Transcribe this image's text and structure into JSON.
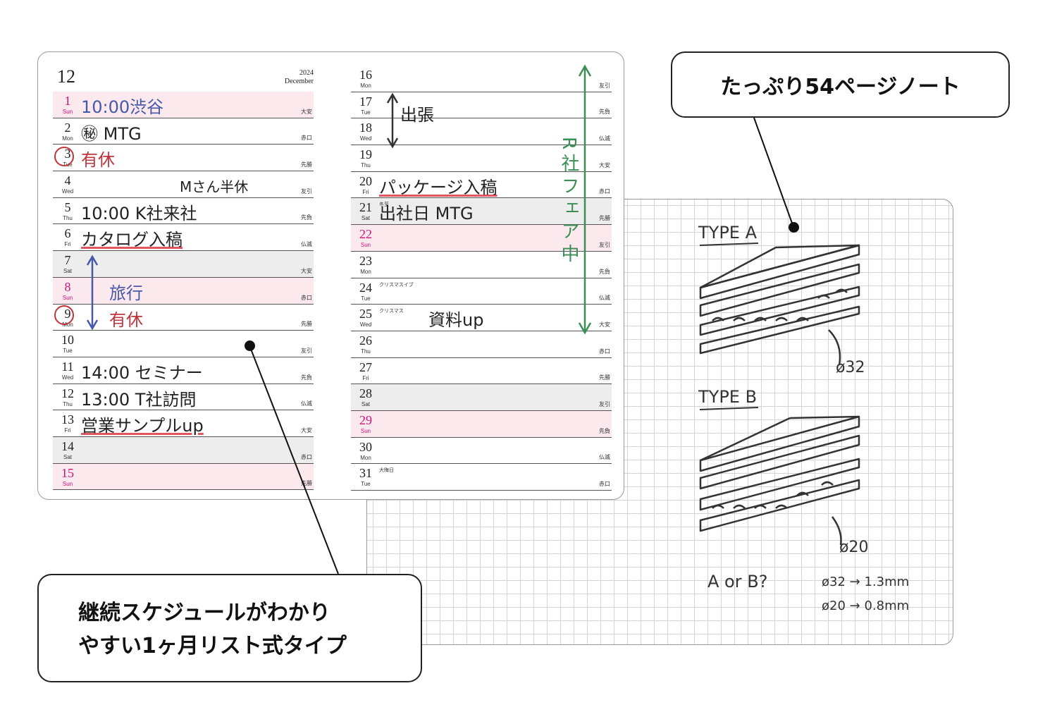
{
  "notes_page": {
    "type_a_label": "TYPE A",
    "type_a_dim": "ø32",
    "type_b_label": "TYPE B",
    "type_b_dim": "ø20",
    "question": "A or B?",
    "note_line1": "ø32 → 1.3mm",
    "note_line2": "ø20 → 0.8mm"
  },
  "callouts": {
    "top": "たっぷり54ページノート",
    "bottom_line1": "継続スケジュールがわかり",
    "bottom_line2": "やすい1ヶ月リスト式タイプ"
  },
  "schedule": {
    "month": "12",
    "year": "2024",
    "month_en": "December",
    "vertical_note": "R社フェア中",
    "left_days": [
      {
        "num": "1",
        "wk": "Sun",
        "rokuyo": "大安",
        "entry": "10:00渋谷"
      },
      {
        "num": "2",
        "wk": "Mon",
        "rokuyo": "赤口",
        "entry": "㊙ MTG"
      },
      {
        "num": "3",
        "wk": "Tue",
        "rokuyo": "先勝",
        "entry": "有休"
      },
      {
        "num": "4",
        "wk": "Wed",
        "rokuyo": "友引",
        "entry": "Mさん半休"
      },
      {
        "num": "5",
        "wk": "Thu",
        "rokuyo": "先負",
        "entry": "10:00 K社来社"
      },
      {
        "num": "6",
        "wk": "Fri",
        "rokuyo": "仏滅",
        "entry": "カタログ入稿"
      },
      {
        "num": "7",
        "wk": "Sat",
        "rokuyo": "大安",
        "entry": ""
      },
      {
        "num": "8",
        "wk": "Sun",
        "rokuyo": "赤口",
        "entry": "旅行"
      },
      {
        "num": "9",
        "wk": "Mon",
        "rokuyo": "先勝",
        "entry": "有休"
      },
      {
        "num": "10",
        "wk": "Tue",
        "rokuyo": "友引",
        "entry": ""
      },
      {
        "num": "11",
        "wk": "Wed",
        "rokuyo": "先負",
        "entry": "14:00 セミナー"
      },
      {
        "num": "12",
        "wk": "Thu",
        "rokuyo": "仏滅",
        "entry": "13:00 T社訪問"
      },
      {
        "num": "13",
        "wk": "Fri",
        "rokuyo": "大安",
        "entry": "営業サンプルup"
      },
      {
        "num": "14",
        "wk": "Sat",
        "rokuyo": "赤口",
        "entry": ""
      },
      {
        "num": "15",
        "wk": "Sun",
        "rokuyo": "先勝",
        "entry": ""
      }
    ],
    "right_days": [
      {
        "num": "16",
        "wk": "Mon",
        "rokuyo": "友引",
        "holiday": "",
        "entry": ""
      },
      {
        "num": "17",
        "wk": "Tue",
        "rokuyo": "先負",
        "holiday": "",
        "entry": "出張"
      },
      {
        "num": "18",
        "wk": "Wed",
        "rokuyo": "仏滅",
        "holiday": "",
        "entry": ""
      },
      {
        "num": "19",
        "wk": "Thu",
        "rokuyo": "大安",
        "holiday": "",
        "entry": ""
      },
      {
        "num": "20",
        "wk": "Fri",
        "rokuyo": "赤口",
        "holiday": "",
        "entry": "パッケージ入稿"
      },
      {
        "num": "21",
        "wk": "Sat",
        "rokuyo": "先勝",
        "holiday": "冬至",
        "entry": "出社日 MTG"
      },
      {
        "num": "22",
        "wk": "Sun",
        "rokuyo": "友引",
        "holiday": "",
        "entry": ""
      },
      {
        "num": "23",
        "wk": "Mon",
        "rokuyo": "先負",
        "holiday": "",
        "entry": ""
      },
      {
        "num": "24",
        "wk": "Tue",
        "rokuyo": "仏滅",
        "holiday": "クリスマスイブ",
        "entry": ""
      },
      {
        "num": "25",
        "wk": "Wed",
        "rokuyo": "大安",
        "holiday": "クリスマス",
        "entry": "資料up"
      },
      {
        "num": "26",
        "wk": "Thu",
        "rokuyo": "赤口",
        "holiday": "",
        "entry": ""
      },
      {
        "num": "27",
        "wk": "Fri",
        "rokuyo": "先勝",
        "holiday": "",
        "entry": ""
      },
      {
        "num": "28",
        "wk": "Sat",
        "rokuyo": "友引",
        "holiday": "",
        "entry": ""
      },
      {
        "num": "29",
        "wk": "Sun",
        "rokuyo": "先負",
        "holiday": "",
        "entry": ""
      },
      {
        "num": "30",
        "wk": "Mon",
        "rokuyo": "仏滅",
        "holiday": "",
        "entry": ""
      },
      {
        "num": "31",
        "wk": "Tue",
        "rokuyo": "赤口",
        "holiday": "大晦日",
        "entry": ""
      }
    ]
  }
}
